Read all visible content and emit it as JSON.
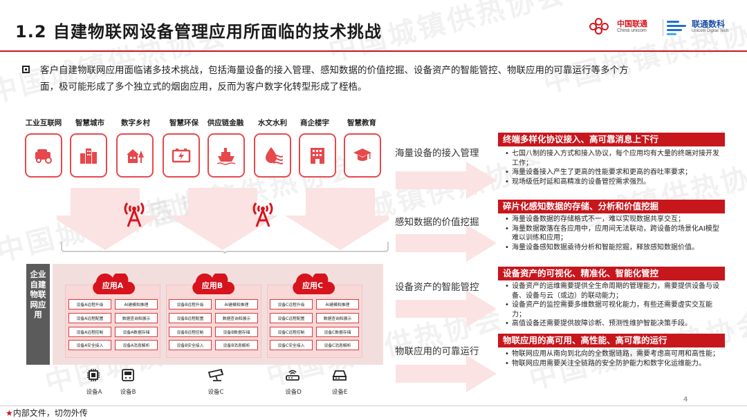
{
  "slide": {
    "title": "1.2 自建物联网设备管理应用所面临的技术挑战",
    "page_number": "4",
    "footer_star": "★",
    "footer_text": "内部文件，切勿外传",
    "watermark_text": "中国城镇供热协会"
  },
  "logos": {
    "unicom_cn": "中国联通",
    "unicom_en": "China unicom",
    "digital_cn": "联通数科",
    "digital_en": "Unicom Digital Tech"
  },
  "intro": {
    "line1": "客户自建物联网应用面临诸多技术挑战，包括海量设备的接入管理、感知数据的价值挖掘、设备资产的智能管控、物联应用的可靠运行等多个方",
    "line2": "面，极可能形成了多个独立式的烟囱应用，反而为客户数字化转型形成了桎梏。"
  },
  "industries": [
    {
      "label": "工业互联网",
      "icon": "car-icon"
    },
    {
      "label": "智慧城市",
      "icon": "city-buildings-icon"
    },
    {
      "label": "数字乡村",
      "icon": "village-house-icon"
    },
    {
      "label": "智慧环保",
      "icon": "battery-icon"
    },
    {
      "label": "供应链金融",
      "icon": "ship-icon"
    },
    {
      "label": "水文水利",
      "icon": "water-drop-icon"
    },
    {
      "label": "商企楼宇",
      "icon": "office-building-icon"
    },
    {
      "label": "智慧教育",
      "icon": "graduation-cap-icon"
    }
  ],
  "enterprise_label": "企业自建物联网应用",
  "apps": [
    {
      "name": "应用A",
      "cells": [
        [
          "设备A远程升级",
          "AI建模和推理"
        ],
        [
          "设备A远程配置",
          "数据查询和展示"
        ],
        [
          "设备A远程控制",
          "设备A数据存储"
        ],
        [
          "设备A安全接入",
          "设备A消息解析"
        ]
      ]
    },
    {
      "name": "应用B",
      "cells": [
        [
          "设备B远程升级",
          "AI建模和推理"
        ],
        [
          "设备B远程配置",
          "数据查询和展示"
        ],
        [
          "设备B远程控制",
          "设备B数据存储"
        ],
        [
          "设备B安全接入",
          "设备B消息解析"
        ]
      ]
    },
    {
      "name": "应用C",
      "cells": [
        [
          "设备C远程升级",
          "AI建模和推理"
        ],
        [
          "设备C远程配置",
          "数据查询和展示"
        ],
        [
          "设备C远程控制",
          "设备C数据存储"
        ],
        [
          "设备C安全接入",
          "设备C消息解析"
        ]
      ]
    }
  ],
  "devices": [
    {
      "label": "设备A",
      "icon": "chip-icon"
    },
    {
      "label": "设备B",
      "icon": "meter-icon"
    },
    {
      "label": "设备C",
      "icon": "camera-icon"
    },
    {
      "label": "设备D",
      "icon": "router-icon"
    },
    {
      "label": "设备E",
      "icon": "gateway-icon"
    }
  ],
  "challenges": [
    {
      "label": "海量设备的接入管理",
      "heading": "终端多样化协议接入、高可靠消息上下行",
      "items": [
        "七国八制的接入方式和接入协议，每个应用均有大量的终端对接开发工作；",
        "海量设备接入产生了更高的性能要求和更高的吞吐率要求；",
        "现场级低时延和高精准的设备管控需求强烈。"
      ]
    },
    {
      "label": "感知数据的价值挖掘",
      "heading": "碎片化感知数据的存储、分析和价值挖掘",
      "items": [
        "海量设备数据的存储格式不一，难以实现数据共享交互；",
        "海量数据散落在各应用中，应用间无法联动，跨设备的场景化AI模型难以训练和应用；",
        "海量设备感知数据亟待分析和智能挖掘，释放感知数据价值。"
      ]
    },
    {
      "label": "设备资产的智能管控",
      "heading": "设备资产的可视化、精准化、智能化管控",
      "items": [
        "设备资产的运维需要提供全生命周期的管理能力，需要提供设备与设备、设备与云（或边）的联动能力；",
        "设备资产的监控需要多维数据可视化能力，有些还需要虚实交互能力；",
        "高值设备还需要提供故障诊断、预测性维护智能决策手段。"
      ]
    },
    {
      "label": "物联应用的可靠运行",
      "heading": "物联应用的高可用、高性能、高可靠的运行",
      "items": [
        "物联网应用从南向到北向的全数据链路，需要考虑高可用和高性能；",
        "物联网应用需要关注全链路的安全防护能力和数字化运维能力。"
      ]
    }
  ],
  "colors": {
    "brand_red": "#c8161d",
    "icon_border": "#e6484c",
    "app_fill": "#f9d8d8",
    "enterprise_label_bg": "#5b5b5b"
  }
}
